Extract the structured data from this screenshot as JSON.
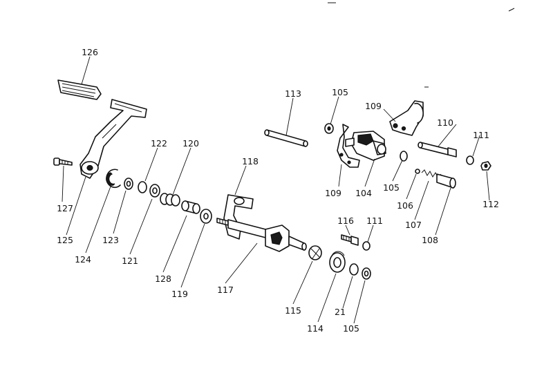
{
  "callouts": [
    {
      "id": "126",
      "label": "126"
    },
    {
      "id": "127",
      "label": "127"
    },
    {
      "id": "125",
      "label": "125"
    },
    {
      "id": "124",
      "label": "124"
    },
    {
      "id": "123",
      "label": "123"
    },
    {
      "id": "122",
      "label": "122"
    },
    {
      "id": "121",
      "label": "121"
    },
    {
      "id": "120",
      "label": "120"
    },
    {
      "id": "128",
      "label": "128"
    },
    {
      "id": "119",
      "label": "119"
    },
    {
      "id": "118",
      "label": "118"
    },
    {
      "id": "117",
      "label": "117"
    },
    {
      "id": "113",
      "label": "113"
    },
    {
      "id": "105a",
      "label": "105"
    },
    {
      "id": "109a",
      "label": "109"
    },
    {
      "id": "109b",
      "label": "109"
    },
    {
      "id": "104",
      "label": "104"
    },
    {
      "id": "105b",
      "label": "105"
    },
    {
      "id": "110",
      "label": "110"
    },
    {
      "id": "111a",
      "label": "111"
    },
    {
      "id": "106",
      "label": "106"
    },
    {
      "id": "107",
      "label": "107"
    },
    {
      "id": "108",
      "label": "108"
    },
    {
      "id": "112",
      "label": "112"
    },
    {
      "id": "116",
      "label": "116"
    },
    {
      "id": "111b",
      "label": "111"
    },
    {
      "id": "115",
      "label": "115"
    },
    {
      "id": "114",
      "label": "114"
    },
    {
      "id": "21",
      "label": "21"
    },
    {
      "id": "105c",
      "label": "105"
    }
  ]
}
